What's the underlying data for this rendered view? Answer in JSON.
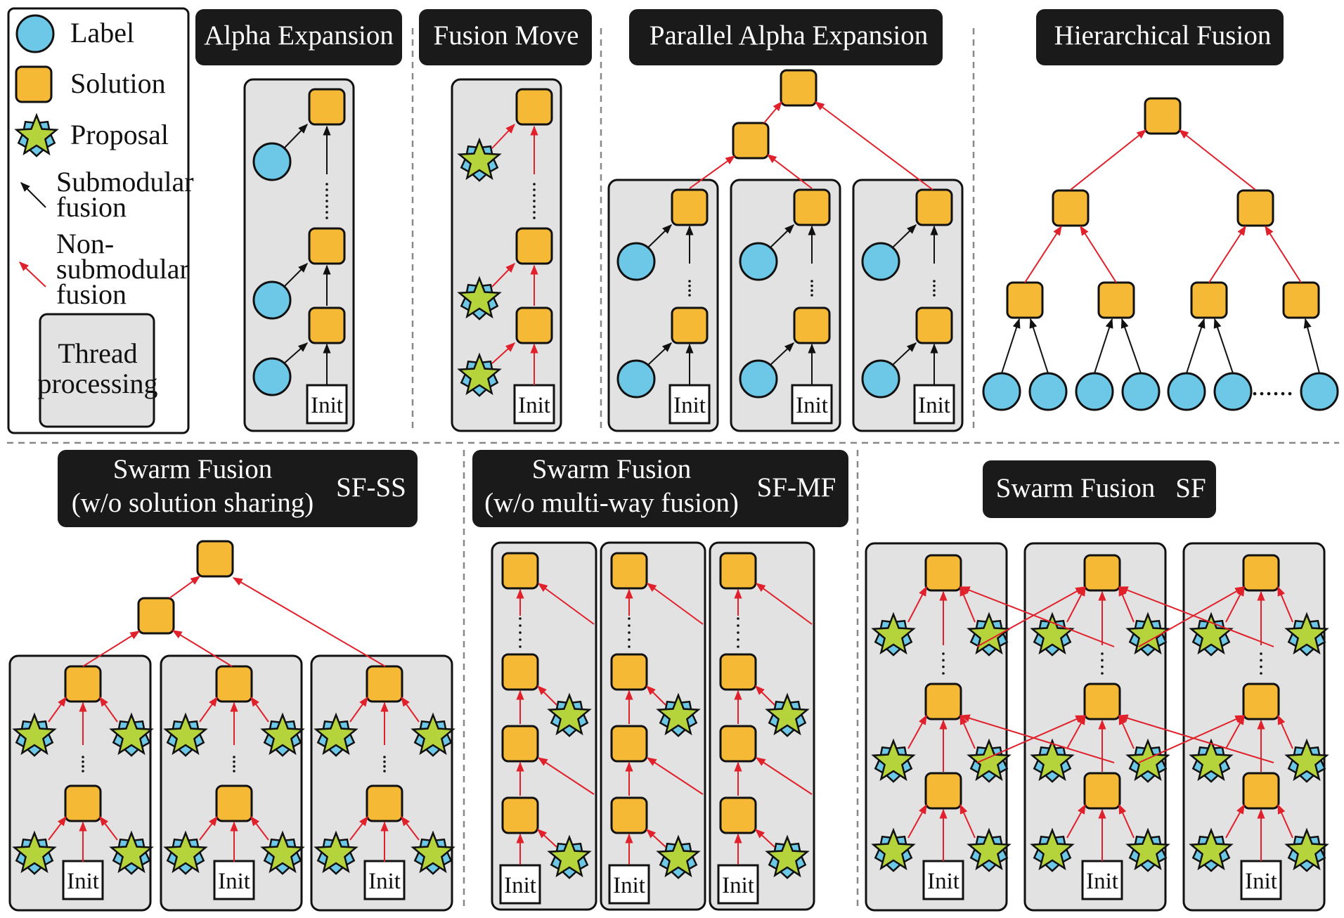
{
  "legend": {
    "label": "Label",
    "solution": "Solution",
    "proposal": "Proposal",
    "submodular": [
      "Submodular",
      "fusion"
    ],
    "nonsubmodular": [
      "Non-",
      "submodular",
      "fusion"
    ],
    "thread": [
      "Thread",
      "processing"
    ]
  },
  "titles": {
    "alpha": "Alpha Expansion",
    "fusion": "Fusion Move",
    "parallel": "Parallel Alpha Expansion",
    "hier": "Hierarchical Fusion",
    "sfss": [
      "Swarm Fusion",
      "(w/o solution sharing)",
      "SF-SS"
    ],
    "sfmf": [
      "Swarm Fusion",
      "(w/o multi-way fusion)",
      "SF-MF"
    ],
    "sf": [
      "Swarm Fusion",
      "SF"
    ]
  },
  "init_label": "Init",
  "dots": "......",
  "colors": {
    "label": "#6cc8e6",
    "solution": "#f5b936",
    "proposal": "#b5d33a",
    "thread": "#e2e2e2",
    "submodular_arrow": "#111111",
    "nonsubmodular_arrow": "#e0202a",
    "title_bg": "#1a1a1a"
  }
}
